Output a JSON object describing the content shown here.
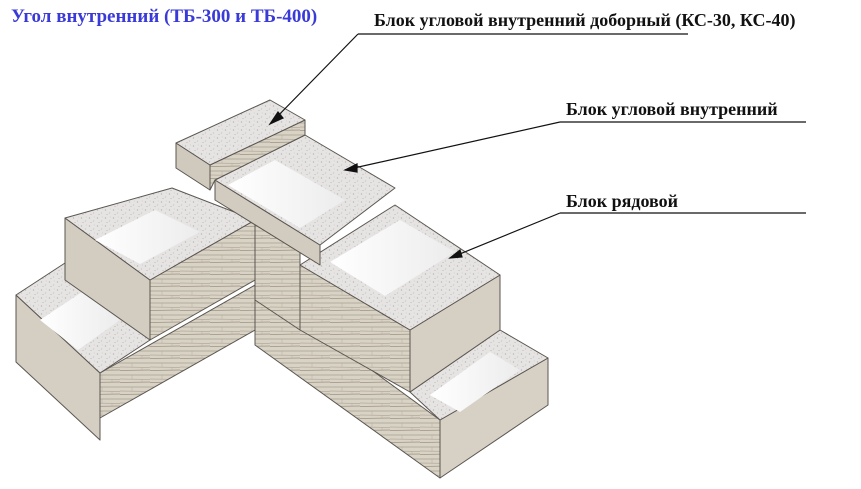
{
  "title": "Угол внутренний (ТБ-300 и ТБ-400)",
  "labels": {
    "corner_extra": "Блок угловой внутренний доборный  (КС-30, КС-40)",
    "corner": "Блок угловой внутренний",
    "row": "Блок рядовой"
  },
  "colors": {
    "title": "#3a3ad8",
    "top_face": "#e4e2e2",
    "side_face": "#d8d4c8",
    "mortar": "#8a8276"
  }
}
